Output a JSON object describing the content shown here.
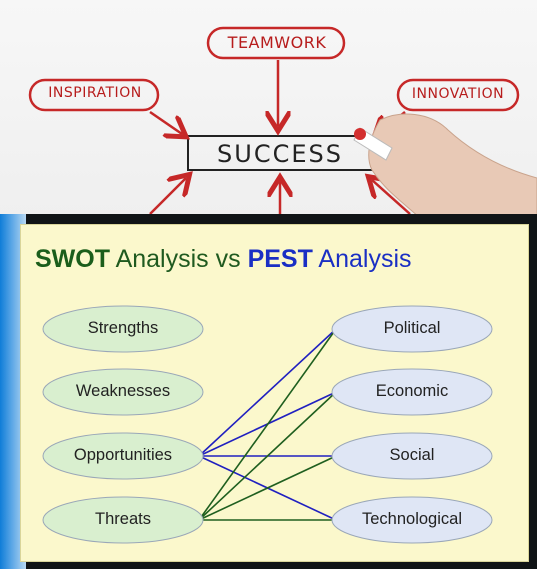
{
  "sketch": {
    "labels": {
      "teamwork": "TEAMWORK",
      "inspiration": "INSPIRATION",
      "innovation": "INNOVATION",
      "success": "SUCCESS"
    },
    "ink_color": "#c62828"
  },
  "diagram": {
    "title_part1": "SWOT",
    "title_part2": " Analysis vs ",
    "title_part3": "PEST",
    "title_part4": " Analysis",
    "swot_items": [
      "Strengths",
      "Weaknesses",
      "Opportunities",
      "Threats"
    ],
    "pest_items": [
      "Political",
      "Economic",
      "Social",
      "Technological"
    ],
    "colors": {
      "swot_node_fill": "#d9efcf",
      "pest_node_fill": "#dfe6f5",
      "background": "#fbf8cc",
      "opportunities_link": "#2020c0",
      "threats_link": "#1f5f1f"
    }
  }
}
